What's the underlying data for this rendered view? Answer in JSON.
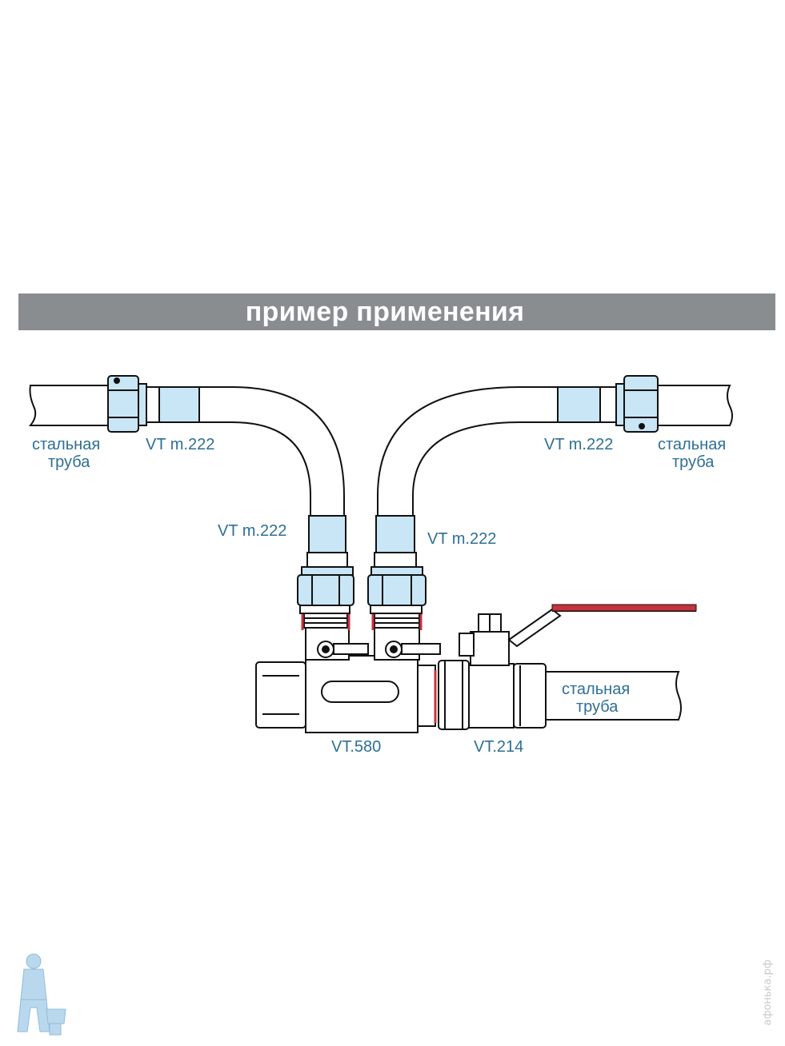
{
  "banner": {
    "title": "пример применения"
  },
  "labels": {
    "steel_pipe_top_left_line1": "стальная",
    "steel_pipe_top_left_line2": "труба",
    "fitting_top_left": "VT m.222",
    "fitting_top_right": "VT m.222",
    "steel_pipe_top_right_line1": "стальная",
    "steel_pipe_top_right_line2": "труба",
    "fitting_mid_left": "VT m.222",
    "fitting_mid_right": "VT m.222",
    "steel_pipe_bottom_line1": "стальная",
    "steel_pipe_bottom_line2": "труба",
    "manifold": "VT.580",
    "ball_valve": "VT.214"
  },
  "watermark": {
    "text": "афонька.рф"
  },
  "colors": {
    "banner_bg": "#8a8d90",
    "label_text": "#2e6f95",
    "fitting_fill": "#c8e6f5",
    "valve_handle": "#c8323c"
  },
  "icons": {
    "logo": "plumber-logo-icon"
  }
}
